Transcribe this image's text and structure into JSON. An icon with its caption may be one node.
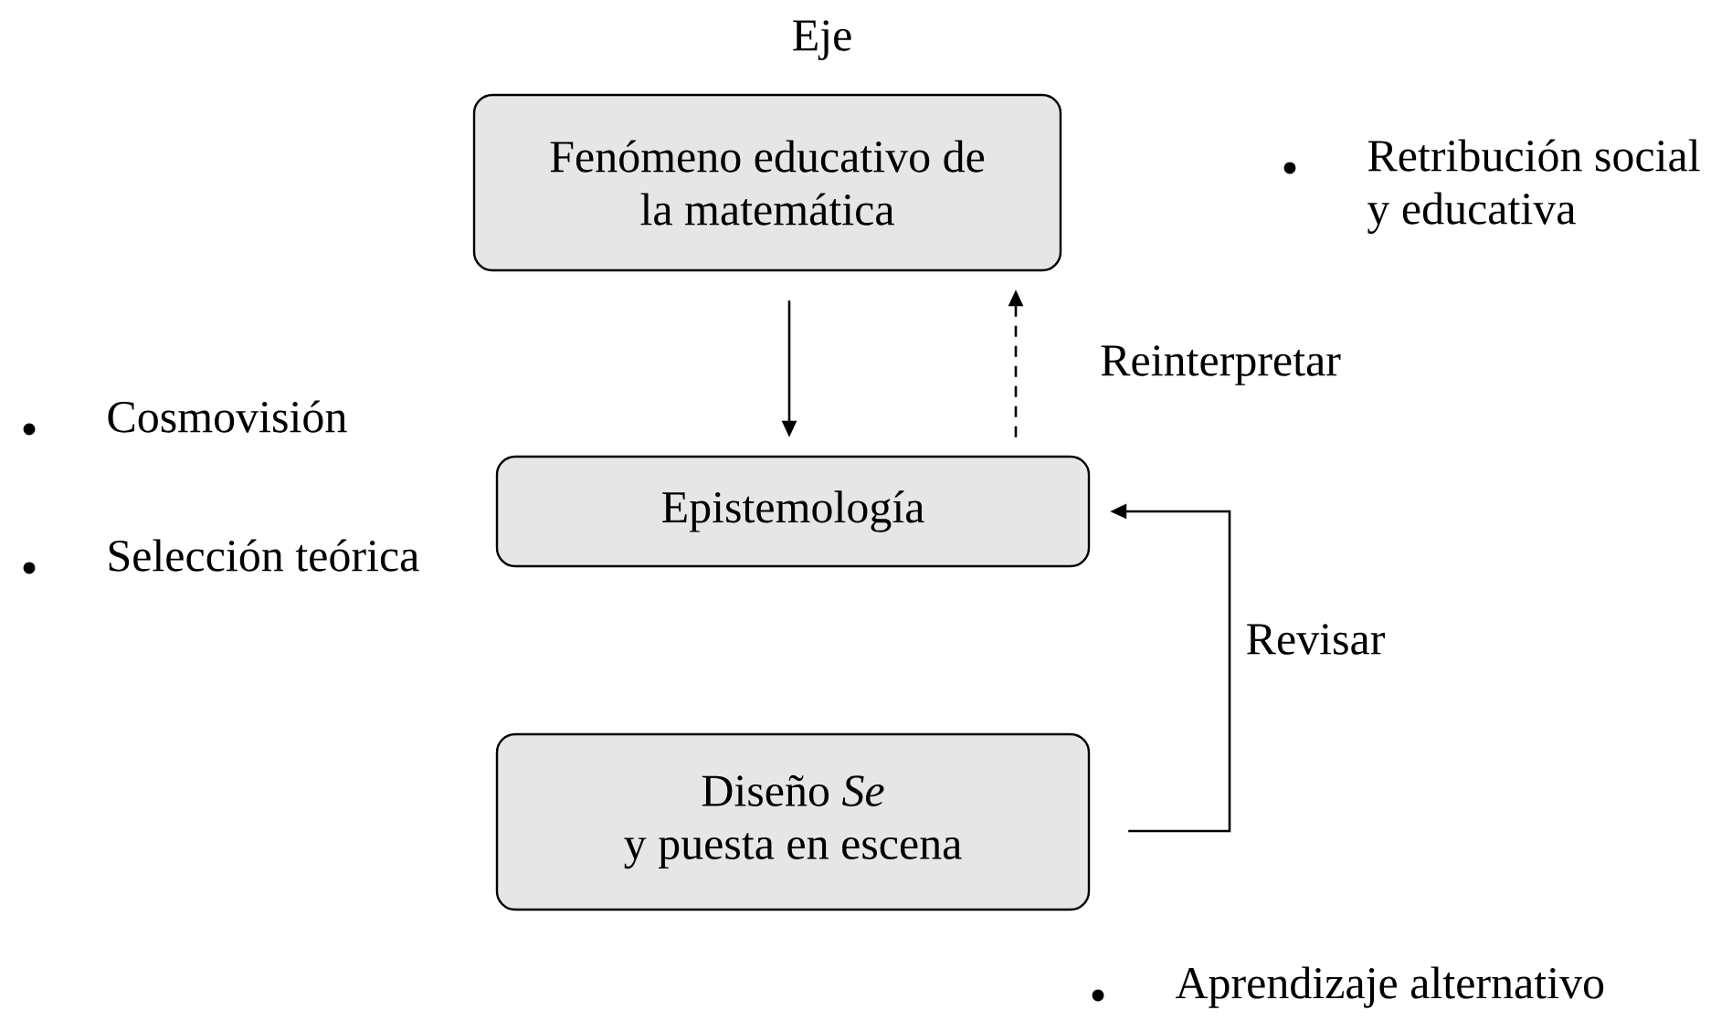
{
  "diagram": {
    "title": "Eje",
    "nodes": [
      {
        "text": [
          "Fenómeno educativo de la matemática"
        ]
      },
      {
        "text": [
          "Epistemología"
        ]
      },
      {
        "text": [
          "Diseño *Se*",
          "y puesta en escena"
        ]
      }
    ],
    "edges": [
      {
        "from": 0,
        "to": 1,
        "arrow": "to"
      },
      {
        "from": 1,
        "to": 0,
        "arrow": "to",
        "style": "dashed",
        "label": "Reinterpretar"
      },
      {
        "from": 2,
        "to": 1,
        "arrow": "to",
        "label": "Revisar"
      }
    ],
    "labels": [
      "Retribución social y educativa",
      "Cosmovisión",
      "Selección teórica",
      "Aprendizaje alternativo"
    ]
  }
}
